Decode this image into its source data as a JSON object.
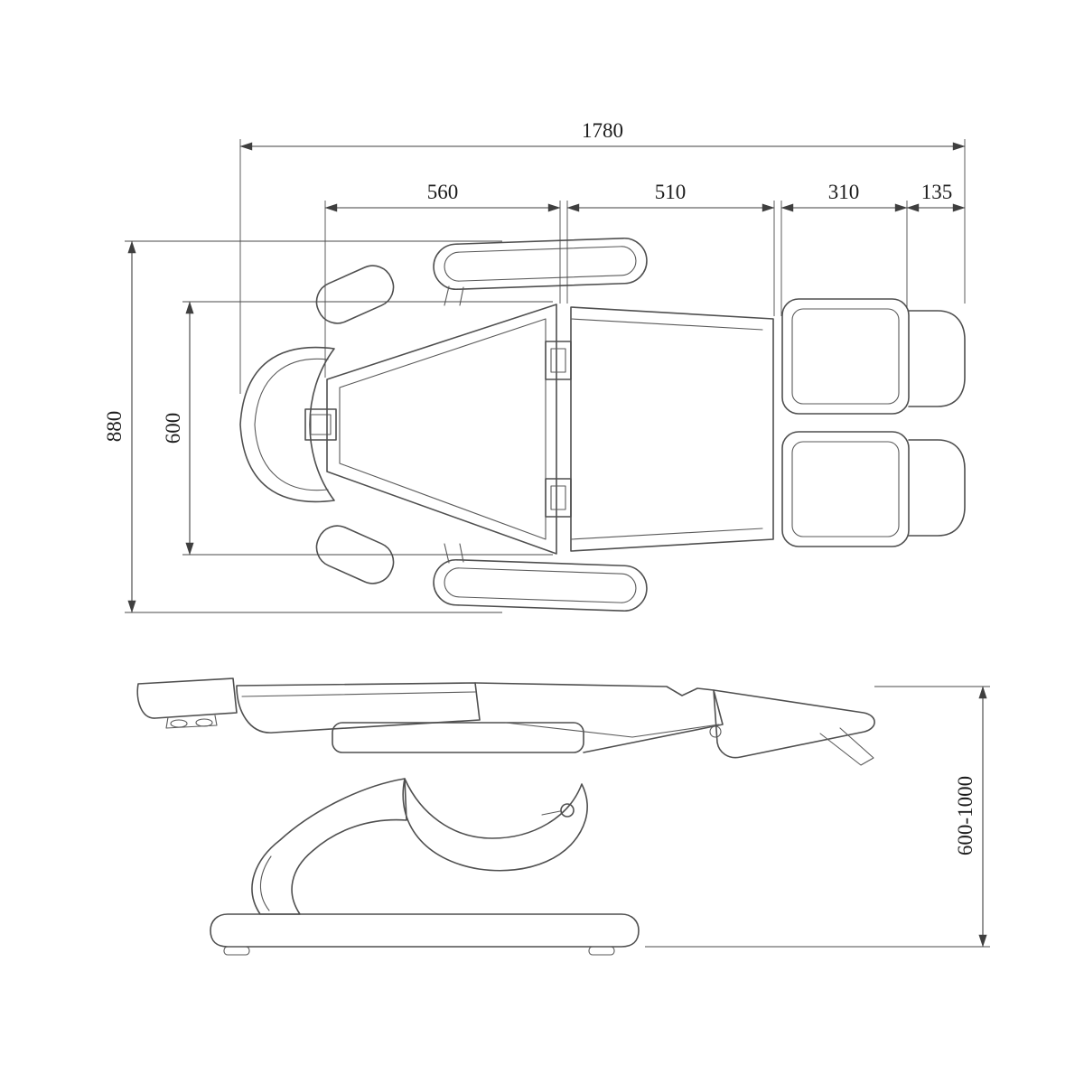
{
  "drawing": {
    "type": "technical-dimension-drawing",
    "subject": "electric treatment chair - top view and side view",
    "views": [
      "top-view",
      "side-view"
    ],
    "line_color": "#4f4f4f",
    "text_color": "#1c1c1c",
    "background_color": "#ffffff"
  },
  "dimensions": {
    "overall_length": "1780",
    "backrest_section": "560",
    "seat_section": "510",
    "legrest_section": "310",
    "footrest_section": "135",
    "overall_width": "880",
    "inner_width": "600",
    "height_range": "600-1000"
  }
}
